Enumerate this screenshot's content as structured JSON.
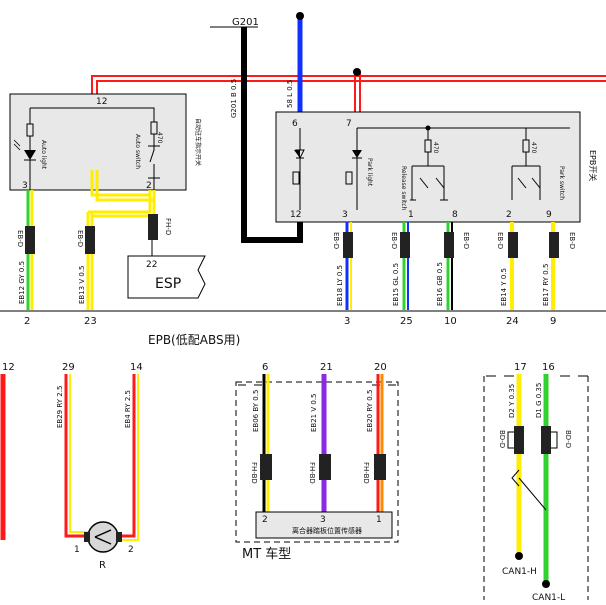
{
  "ground_label": "G201",
  "wires": {
    "g201": "G201 B 0.5",
    "w58": "58 L 0.5",
    "eb12": "EB12 GY 0.5",
    "eb13": "EB13 V 0.5",
    "eb18": "EB18 LY 0.5",
    "eb15": "EB15 GL 0.5",
    "eb16": "EB16 GB 0.5",
    "eb14": "EB14 Y 0.5",
    "eb17": "EB17 RY 0.5",
    "eb29": "EB29 RY 2.5",
    "eb4": "EB4 RY 2.5",
    "eb06": "EB06 BY 0.5",
    "eb21": "EB21 V 0.5",
    "eb20": "EB20 RY 0.5",
    "d2": "D2 Y 0.35",
    "d1": "D1 G 0.35"
  },
  "connectors": {
    "left_a": "EB-D",
    "left_b": "EB-D",
    "left_c": "FH-D",
    "right_a": "EB-D",
    "right_b": "EB-D",
    "right_c": "EB-D",
    "right_d": "EB-D",
    "right_e": "EB-D",
    "mt_a": "FH-BD",
    "mt_b": "FH-BD",
    "mt_c": "FH-BD",
    "can_a": "BD-D",
    "can_b": "BD-D"
  },
  "left_module": {
    "pin_top": "12",
    "pin_3": "3",
    "pin_2": "2",
    "auto_light": "Auto light",
    "auto_switch": "Auto switch",
    "side_label": "自动驻车指示开关"
  },
  "right_module": {
    "pin_6": "6",
    "pin_7": "7",
    "pin_12": "12",
    "pin_3": "3",
    "pin_1": "1",
    "pin_8": "8",
    "pin_2": "2",
    "pin_9": "9",
    "park_light": "Park light",
    "release_switch": "Release switch",
    "park_switch": "Park switch",
    "side_label": "EPB开关",
    "r_a": "470",
    "r_b": "470"
  },
  "esp": {
    "pin": "22",
    "label": "ESP"
  },
  "bottom_pins": [
    "2",
    "23",
    "3",
    "25",
    "10",
    "24",
    "9"
  ],
  "epb_title": "EPB(低配ABS用)",
  "lower_pins": {
    "p12": "12",
    "p29": "29",
    "p14": "14",
    "p6": "6",
    "p21": "21",
    "p20": "20",
    "p17": "17",
    "p16": "16"
  },
  "motor": {
    "pin1": "1",
    "pin2": "2",
    "label": "R"
  },
  "mt_module": {
    "pin2": "2",
    "pin3": "3",
    "pin1": "1",
    "label": "离合器踏板位置传感器",
    "title": "MT 车型"
  },
  "can": {
    "high": "CAN1-H",
    "low": "CAN1-L"
  },
  "colors": {
    "red": "#ff1a1a",
    "blue": "#1030ff",
    "yellow": "#ffee00",
    "green": "#2fd22f",
    "purple": "#8a2be2",
    "orange": "#ff8c00",
    "black": "#000000"
  }
}
